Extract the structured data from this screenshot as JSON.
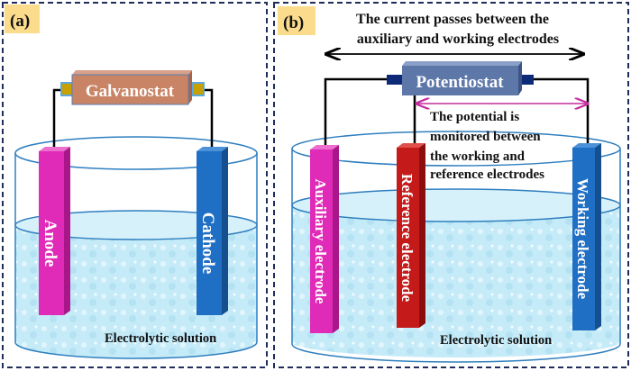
{
  "panel_a": {
    "label": "(a)",
    "instrument": "Galvanostat",
    "electrode_left": "Anode",
    "electrode_right": "Cathode",
    "solution": "Electrolytic solution"
  },
  "panel_b": {
    "label": "(b)",
    "instrument": "Potentiostat",
    "current_note_line1": "The current passes between the",
    "current_note_line2": "auxiliary and working electrodes",
    "potential_note_line1": "The potential is",
    "potential_note_line2": "monitored between",
    "potential_note_line3": "the working and",
    "potential_note_line4": "reference electrodes",
    "electrode_aux": "Auxiliary electrode",
    "electrode_ref": "Reference electrode",
    "electrode_work": "Working electrode",
    "solution": "Electrolytic solution"
  },
  "colors": {
    "frame": "#1f2d5c",
    "label_bg": "#fbdc8c",
    "galvanostat": "#c98466",
    "potentiostat": "#5d77a8",
    "anode": "#e02ab8",
    "cathode": "#1f6fc4",
    "reference": "#c41a1a",
    "liquid": "#bfe6f5",
    "beaker": "#2f7fbf",
    "potential_arrow": "#c42c9c"
  }
}
